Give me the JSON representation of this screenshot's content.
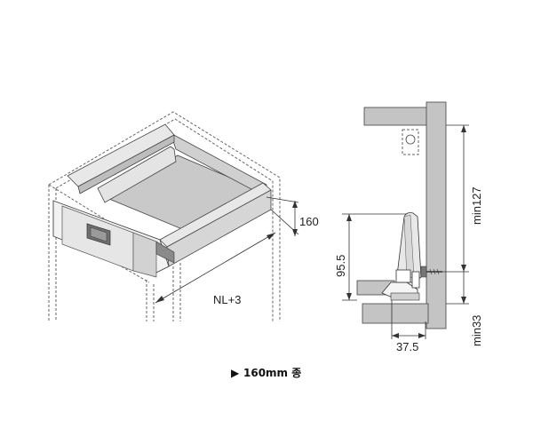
{
  "drawer": {
    "height_label": "160",
    "width_label": "NL+3"
  },
  "section": {
    "height_label": "95.5",
    "depth_label": "37.5",
    "clearance_top_label": "min127",
    "clearance_bottom_label": "min33"
  },
  "caption": {
    "marker": "▶",
    "text": "160mm 종"
  },
  "colors": {
    "panel_fill": "#c4c4c4",
    "drawer_fill": "#dcdcdc",
    "line": "#333333"
  }
}
